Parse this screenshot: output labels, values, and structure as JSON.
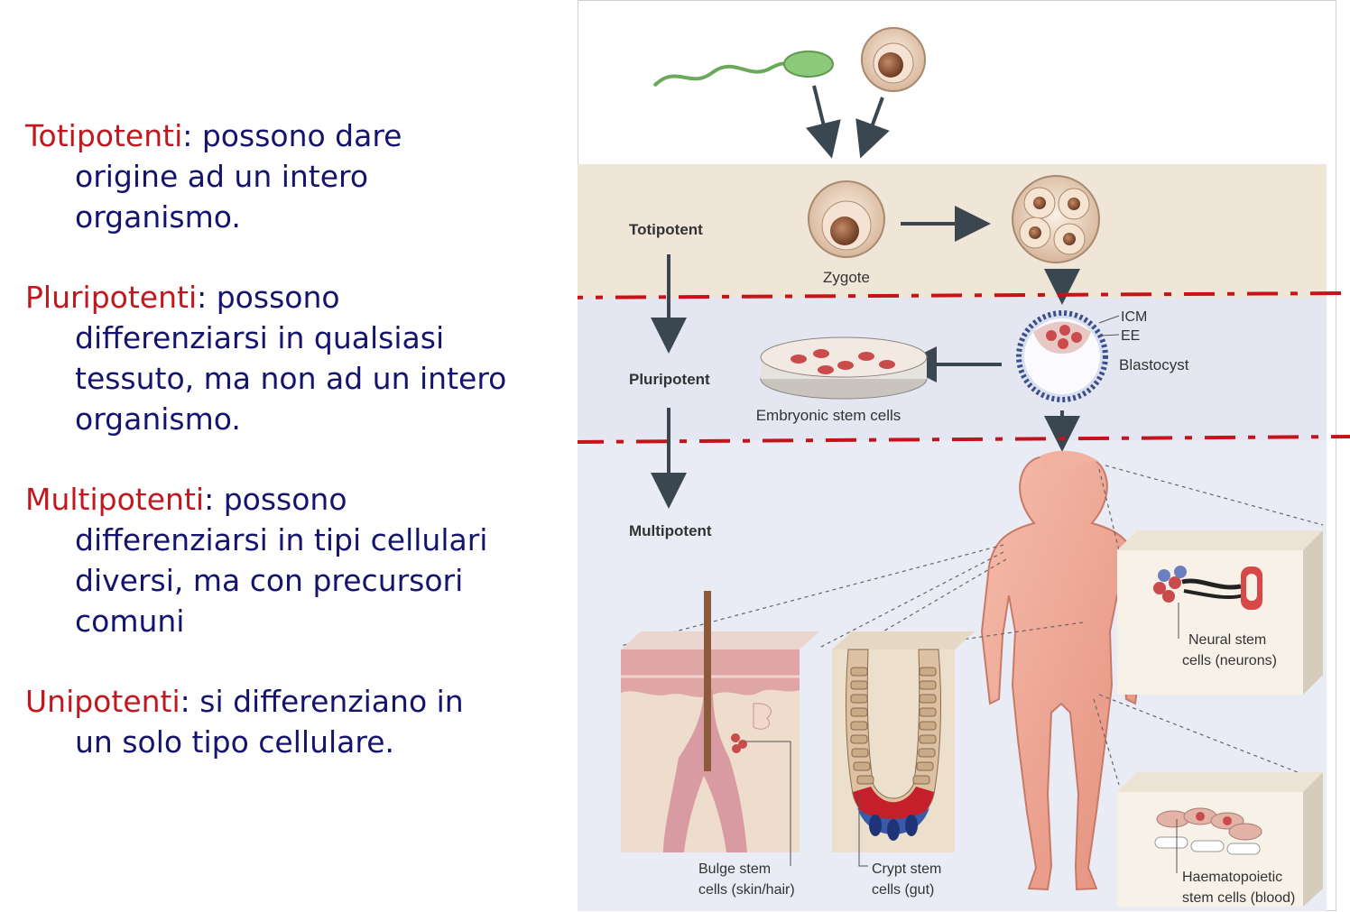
{
  "left_text": [
    {
      "term": "Totipotenti",
      "colon": ":",
      "lines": [
        " possono dare",
        "origine ad un intero",
        "organismo."
      ]
    },
    {
      "term": "Pluripotenti",
      "colon": ":",
      "lines": [
        " possono",
        "differenziarsi in qualsiasi",
        "tessuto, ma non ad un intero",
        "organismo."
      ]
    },
    {
      "term": "Multipotenti",
      "colon": ":",
      "lines": [
        " possono",
        "differenziarsi in tipi cellulari",
        "diversi, ma con precursori",
        "comuni"
      ]
    },
    {
      "term": "Unipotenti",
      "colon": ":",
      "lines": [
        " si differenziano in",
        "un solo tipo cellulare."
      ]
    }
  ],
  "diagram": {
    "levels": {
      "totipotent": "Totipotent",
      "pluripotent": "Pluripotent",
      "multipotent": "Multipotent"
    },
    "labels": {
      "zygote": "Zygote",
      "icm": "ICM",
      "ee": "EE",
      "blastocyst": "Blastocyst",
      "embryonic": "Embryonic stem cells",
      "neural_1": "Neural stem",
      "neural_2": "cells (neurons)",
      "bulge_1": "Bulge stem",
      "bulge_2": "cells (skin/hair)",
      "crypt_1": "Crypt stem",
      "crypt_2": "cells (gut)",
      "haem_1": "Haematopoietic",
      "haem_2": "stem cells (blood)"
    },
    "colors": {
      "totipotent_band": "#efe6d8",
      "pluripotent_band": "#e4e7f2",
      "multipotent_band": "#e8ebf3",
      "dash_line": "#c4141a",
      "arrow": "#3a4750",
      "body": "#f0a896"
    }
  }
}
